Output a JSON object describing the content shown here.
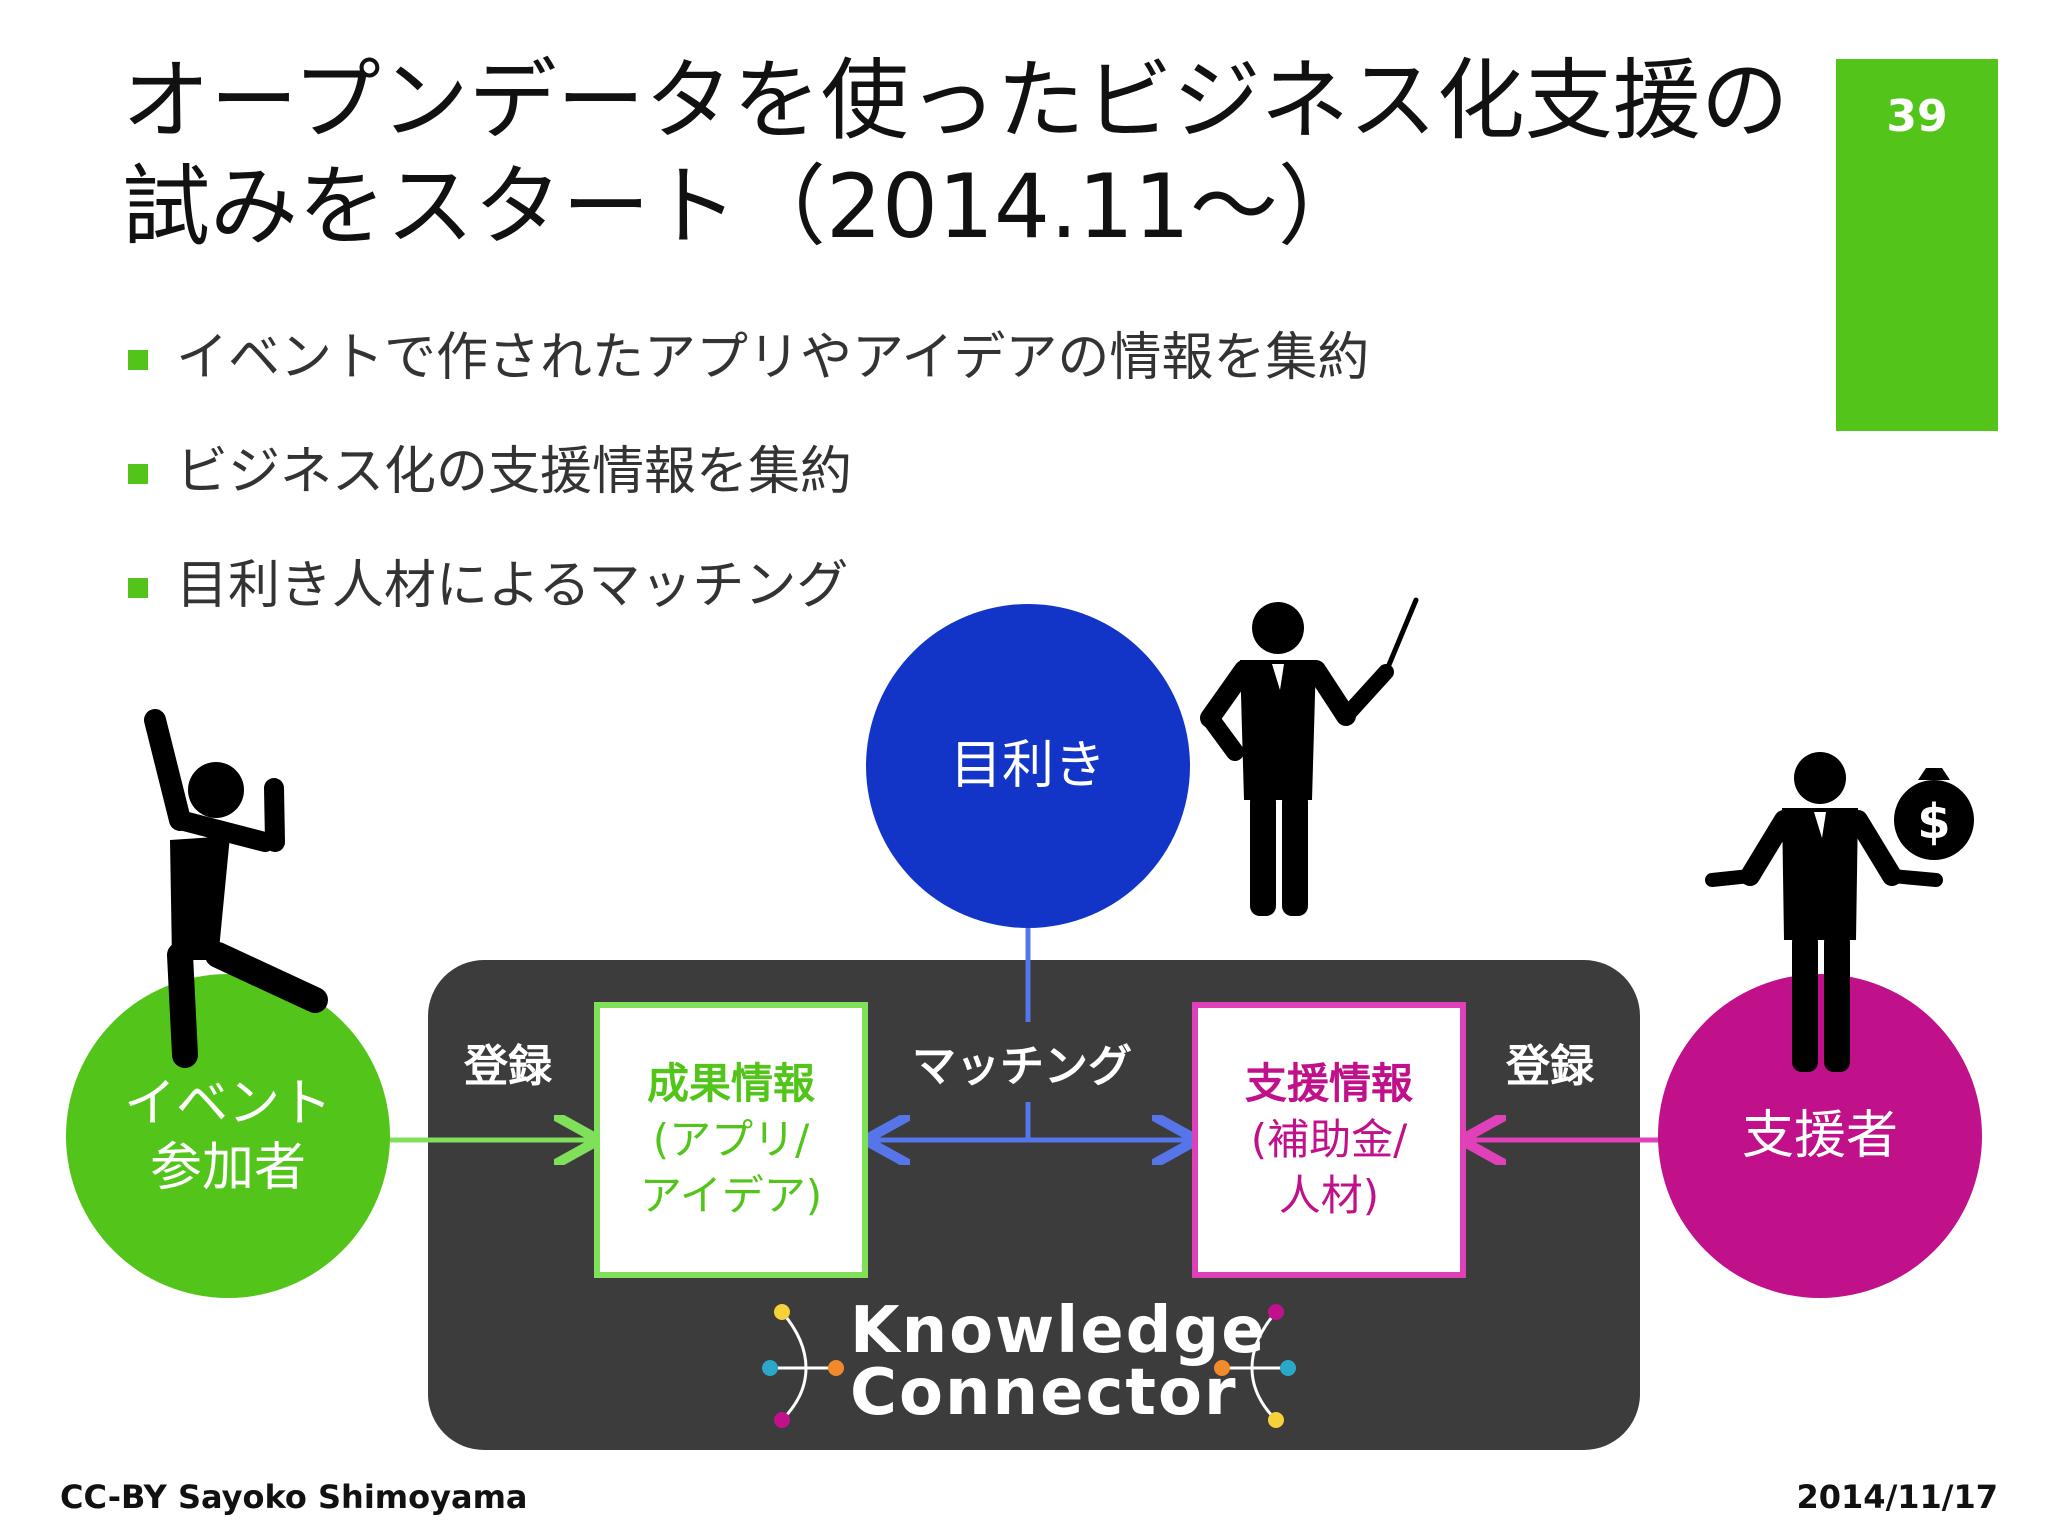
{
  "slide": {
    "title_line1": "オープンデータを使ったビジネス化支援の",
    "title_line2": "試みをスタート（2014.11〜）",
    "page_number": "39",
    "accent_color": "#53c51a"
  },
  "bullets": [
    "イベントで作されたアプリやアイデアの情報を集約",
    "ビジネス化の支援情報を集約",
    "目利き人材によるマッチング"
  ],
  "diagram": {
    "left_circle": {
      "line1": "イベント",
      "line2": "参加者",
      "color": "#53c51a"
    },
    "top_circle": {
      "label": "目利き",
      "color": "#1235c8"
    },
    "right_circle": {
      "label": "支援者",
      "color": "#c0118a"
    },
    "left_register": "登録",
    "right_register": "登録",
    "matching": "マッチング",
    "left_box": {
      "heading": "成果情報",
      "line2": "(アプリ/",
      "line3": "アイデア)"
    },
    "right_box": {
      "heading": "支援情報",
      "line2": "(補助金/",
      "line3": "人材)"
    },
    "logo_line1": "Knowledge",
    "logo_line2": "Connector"
  },
  "footer": {
    "left": "CC-BY Sayoko Shimoyama",
    "right": "2014/11/17"
  }
}
